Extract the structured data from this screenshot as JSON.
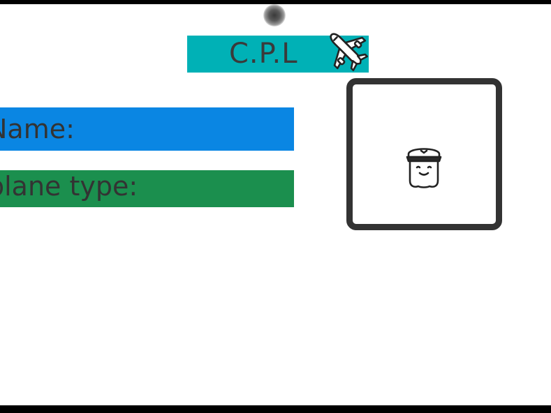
{
  "title": {
    "text": "C.P.L",
    "background_color": "#00b1b6",
    "icon": "airplane-icon"
  },
  "fields": {
    "name": {
      "label": "Name:",
      "color": "#0a86e3"
    },
    "plane_type": {
      "label": "plane type:",
      "color": "#1b8f4e"
    }
  },
  "photo": {
    "icon": "pilot-avatar-icon"
  },
  "cursor": {
    "icon": "cursor-indicator-icon"
  }
}
